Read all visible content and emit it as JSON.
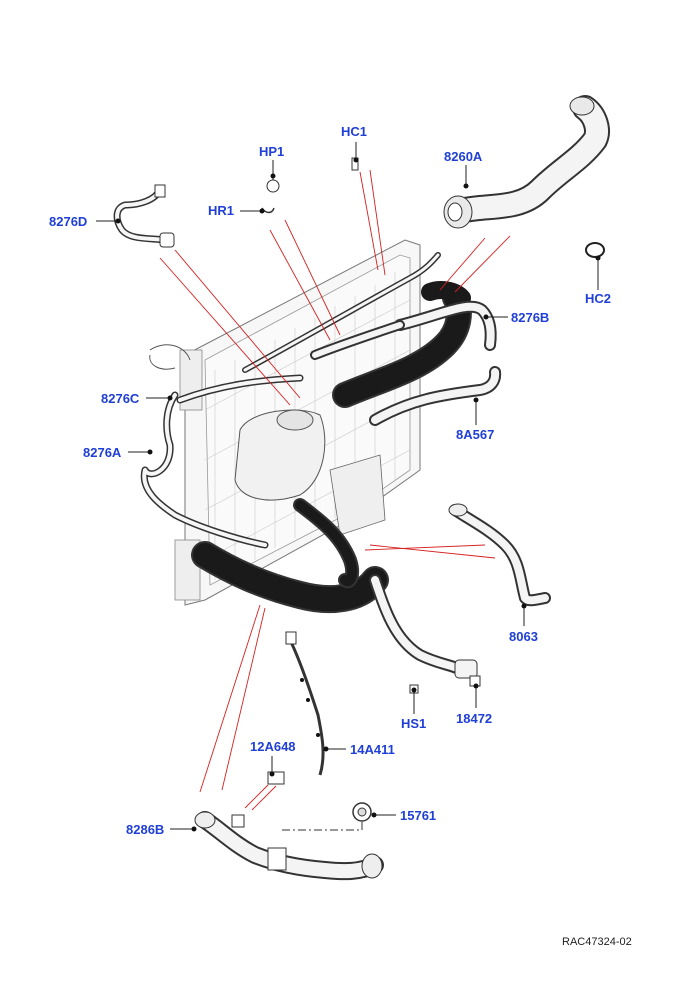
{
  "diagram": {
    "reference_code": "RAC47324-02",
    "colors": {
      "callout": "#1f3fd6",
      "leader_red": "#d62020",
      "hose_dark": "#1a1a1a",
      "hose_light": "#f4f4f4"
    },
    "callouts": {
      "hc1": "HC1",
      "hp1": "HP1",
      "hr1": "HR1",
      "p8276d": "8276D",
      "p8260a": "8260A",
      "hc2": "HC2",
      "p8276b": "8276B",
      "p8276c": "8276C",
      "p8a567": "8A567",
      "p8276a": "8276A",
      "p8063": "8063",
      "hs1": "HS1",
      "p18472": "18472",
      "p12a648": "12A648",
      "p14a411": "14A411",
      "p8286b": "8286B",
      "p15761": "15761"
    }
  }
}
